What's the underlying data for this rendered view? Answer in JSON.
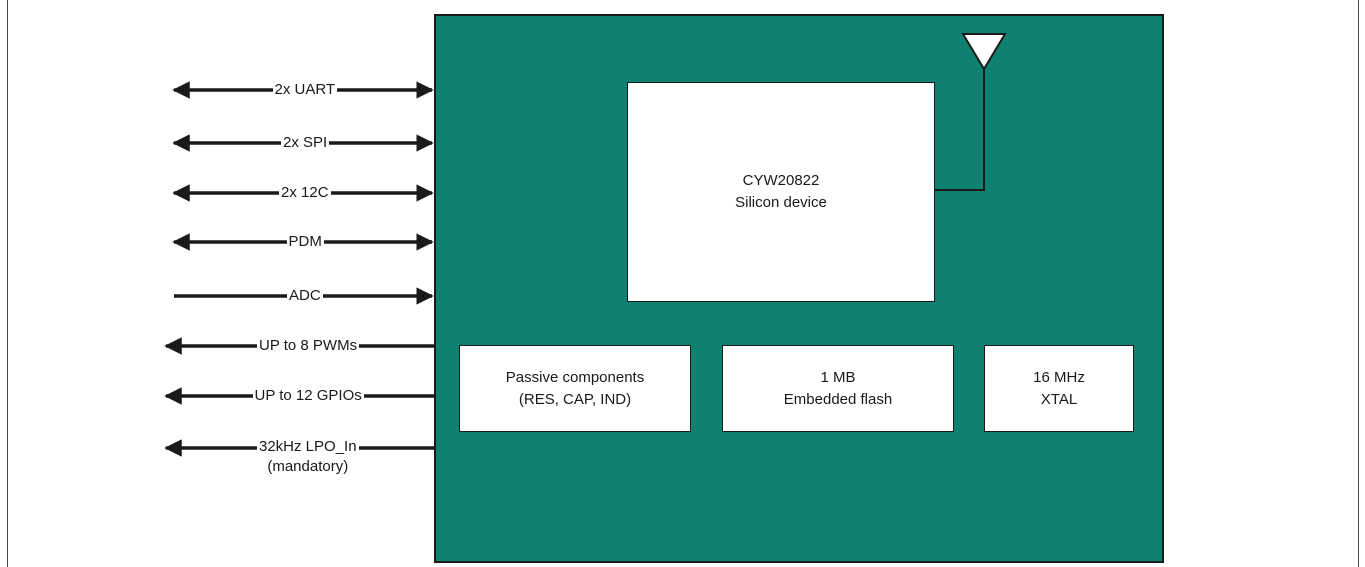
{
  "colors": {
    "module": "#0f8171",
    "line": "#1a1a1a",
    "box": "#ffffff"
  },
  "chip": {
    "name": "CYW20822",
    "desc": "Silicon device"
  },
  "blocks": {
    "passive": {
      "line1": "Passive components",
      "line2": "(RES, CAP, IND)"
    },
    "flash": {
      "line1": "1 MB",
      "line2": "Embedded flash"
    },
    "xtal": {
      "line1": "16 MHz",
      "line2": "XTAL"
    }
  },
  "signals": [
    {
      "label": "2x UART",
      "direction": "bidirectional"
    },
    {
      "label": "2x SPI",
      "direction": "bidirectional"
    },
    {
      "label": "2x 12C",
      "direction": "bidirectional"
    },
    {
      "label": "PDM",
      "direction": "bidirectional"
    },
    {
      "label": "ADC",
      "direction": "input"
    },
    {
      "label": "UP to 8 PWMs",
      "direction": "output"
    },
    {
      "label": "UP to 12 GPIOs",
      "direction": "output"
    },
    {
      "label": "32kHz LPO_In",
      "label2": "(mandatory)",
      "direction": "output"
    }
  ],
  "antenna": {
    "icon": "antenna-icon"
  }
}
